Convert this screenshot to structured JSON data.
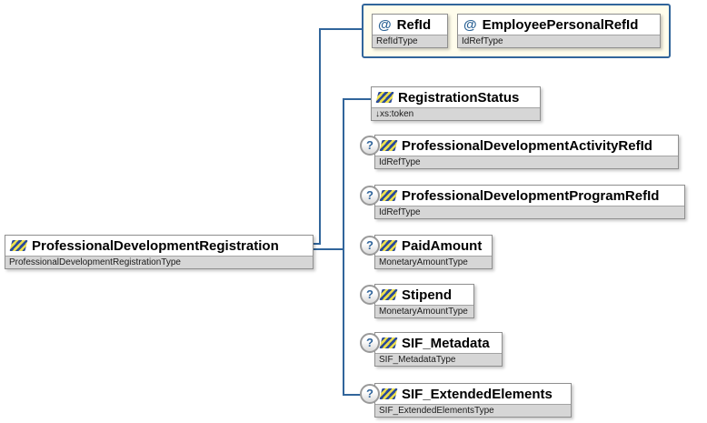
{
  "diagram": {
    "root": {
      "name": "ProfessionalDevelopmentRegistration",
      "type": "ProfessionalDevelopmentRegistrationType"
    },
    "attribute_marker": "@",
    "optional_marker": "?",
    "attributes": [
      {
        "name": "RefId",
        "type": "RefIdType"
      },
      {
        "name": "EmployeePersonalRefId",
        "type": "IdRefType"
      }
    ],
    "elements": [
      {
        "name": "RegistrationStatus",
        "type": "↓xs:token",
        "optional": false
      },
      {
        "name": "ProfessionalDevelopmentActivityRefId",
        "type": "IdRefType",
        "optional": true
      },
      {
        "name": "ProfessionalDevelopmentProgramRefId",
        "type": "IdRefType",
        "optional": true
      },
      {
        "name": "PaidAmount",
        "type": "MonetaryAmountType",
        "optional": true
      },
      {
        "name": "Stipend",
        "type": "MonetaryAmountType",
        "optional": true
      },
      {
        "name": "SIF_Metadata",
        "type": "SIF_MetadataType",
        "optional": true
      },
      {
        "name": "SIF_ExtendedElements",
        "type": "SIF_ExtendedElementsType",
        "optional": true
      }
    ],
    "colors": {
      "connector": "#31659b",
      "attr_container_bg": "#fffdec",
      "attr_container_border": "#31659b",
      "subtitle_band_bg": "#d6d6d6",
      "icon_blue": "#2a4a9b",
      "icon_yellow": "#ecdf4c",
      "marker_blue": "#2e6496"
    }
  }
}
